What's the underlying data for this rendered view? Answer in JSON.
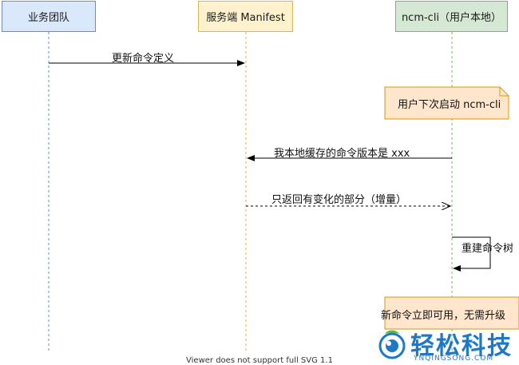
{
  "participants": {
    "team": "业务团队",
    "server": "服务端 Manifest",
    "client": "ncm-cli（用户本地）"
  },
  "messages": {
    "m1": "更新命令定义",
    "m2": "我本地缓存的命令版本是 xxx",
    "m3": "只返回有变化的部分（增量）",
    "m4": "重建命令树"
  },
  "notes": {
    "start": "用户下次启动 ncm-cli",
    "end": "新命令立即可用，无需升级"
  },
  "footer": "Viewer does not support full SVG 1.1",
  "watermark": {
    "title": "轻松科技",
    "subtitle": "YNQINGSONG.COM"
  },
  "colors": {
    "blue_fill": "#dae8fc",
    "yellow_fill": "#fff2cc",
    "green_fill": "#d5e8d4",
    "orange_fill": "#ffe6cc",
    "logo_blue": "#1e78c8",
    "logo_green": "#5ab646"
  }
}
